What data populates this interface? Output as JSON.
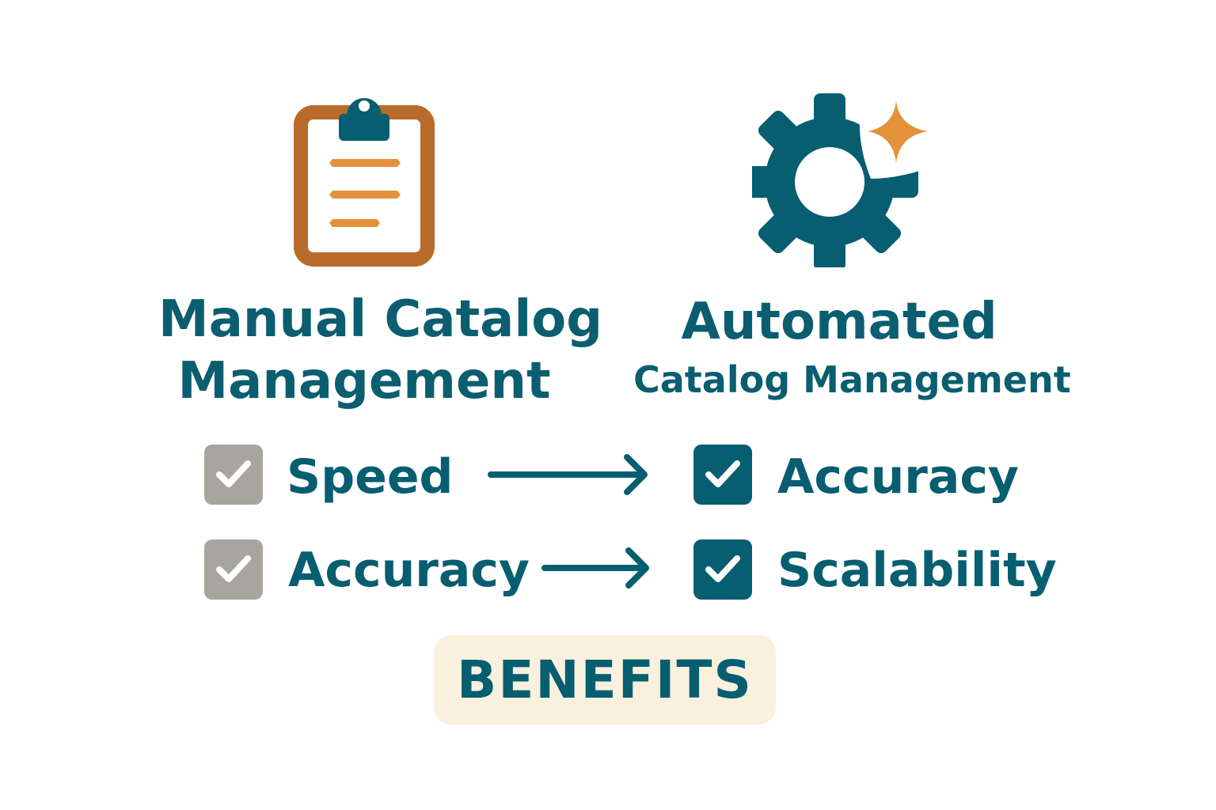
{
  "colors": {
    "teal": "#065e70",
    "orange_brown": "#b86b2a",
    "orange": "#e3913a",
    "grey_check": "#a8a59e",
    "badge_bg": "#faf0de"
  },
  "left": {
    "icon": "clipboard-icon",
    "title_line1": "Manual Catalog",
    "title_line2": "Management",
    "items": [
      {
        "label": "Speed",
        "check_style": "grey"
      },
      {
        "label": "Accuracy",
        "check_style": "grey"
      }
    ]
  },
  "right": {
    "icon": "gear-sparkle-icon",
    "title_line1": "Automated",
    "title_line2": "Catalog Management",
    "items": [
      {
        "label": "Accuracy",
        "check_style": "teal"
      },
      {
        "label": "Scalability",
        "check_style": "teal"
      }
    ]
  },
  "arrows": [
    "arrow-right-icon",
    "arrow-right-icon"
  ],
  "badge": {
    "label": "BENEFITS"
  }
}
